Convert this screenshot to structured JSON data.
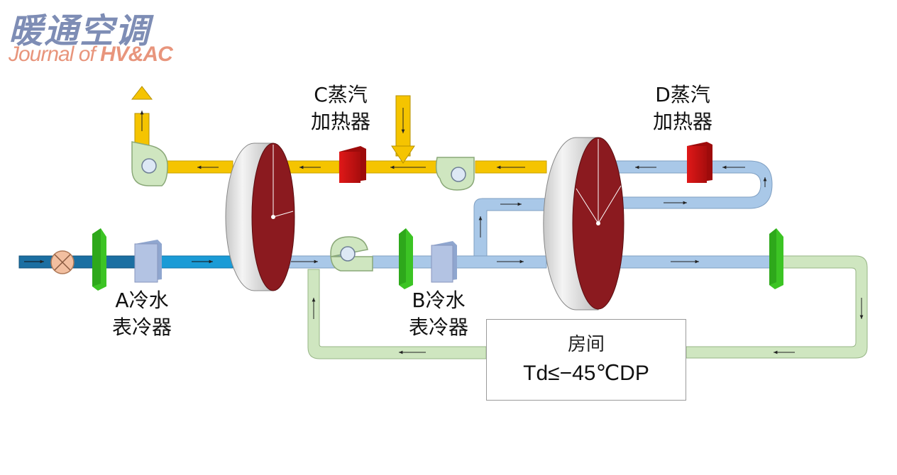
{
  "logo": {
    "cn_title": "暖通空调",
    "en_prefix": "Journal of ",
    "en_suffix": "HV&AC"
  },
  "labels": {
    "heater_c_line1": "C蒸汽",
    "heater_c_line2": "加热器",
    "heater_d_line1": "D蒸汽",
    "heater_d_line2": "加热器",
    "cooler_a_line1": "A冷水",
    "cooler_a_line2": "表冷器",
    "cooler_b_line1": "B冷水",
    "cooler_b_line2": "表冷器"
  },
  "room": {
    "name": "房间",
    "condition": "Td≤−45℃DP"
  },
  "colors": {
    "regen_air": "#f5c400",
    "process_air": "#a9c8e8",
    "outdoor_air": "#1a8fc9",
    "return_air": "#cfe6c0",
    "heater": "#cc1111",
    "wheel_face": "#8b1a1f",
    "coil": "#3cc424",
    "cooler": "#b3c3e3",
    "valve": "#f2bfa0"
  }
}
